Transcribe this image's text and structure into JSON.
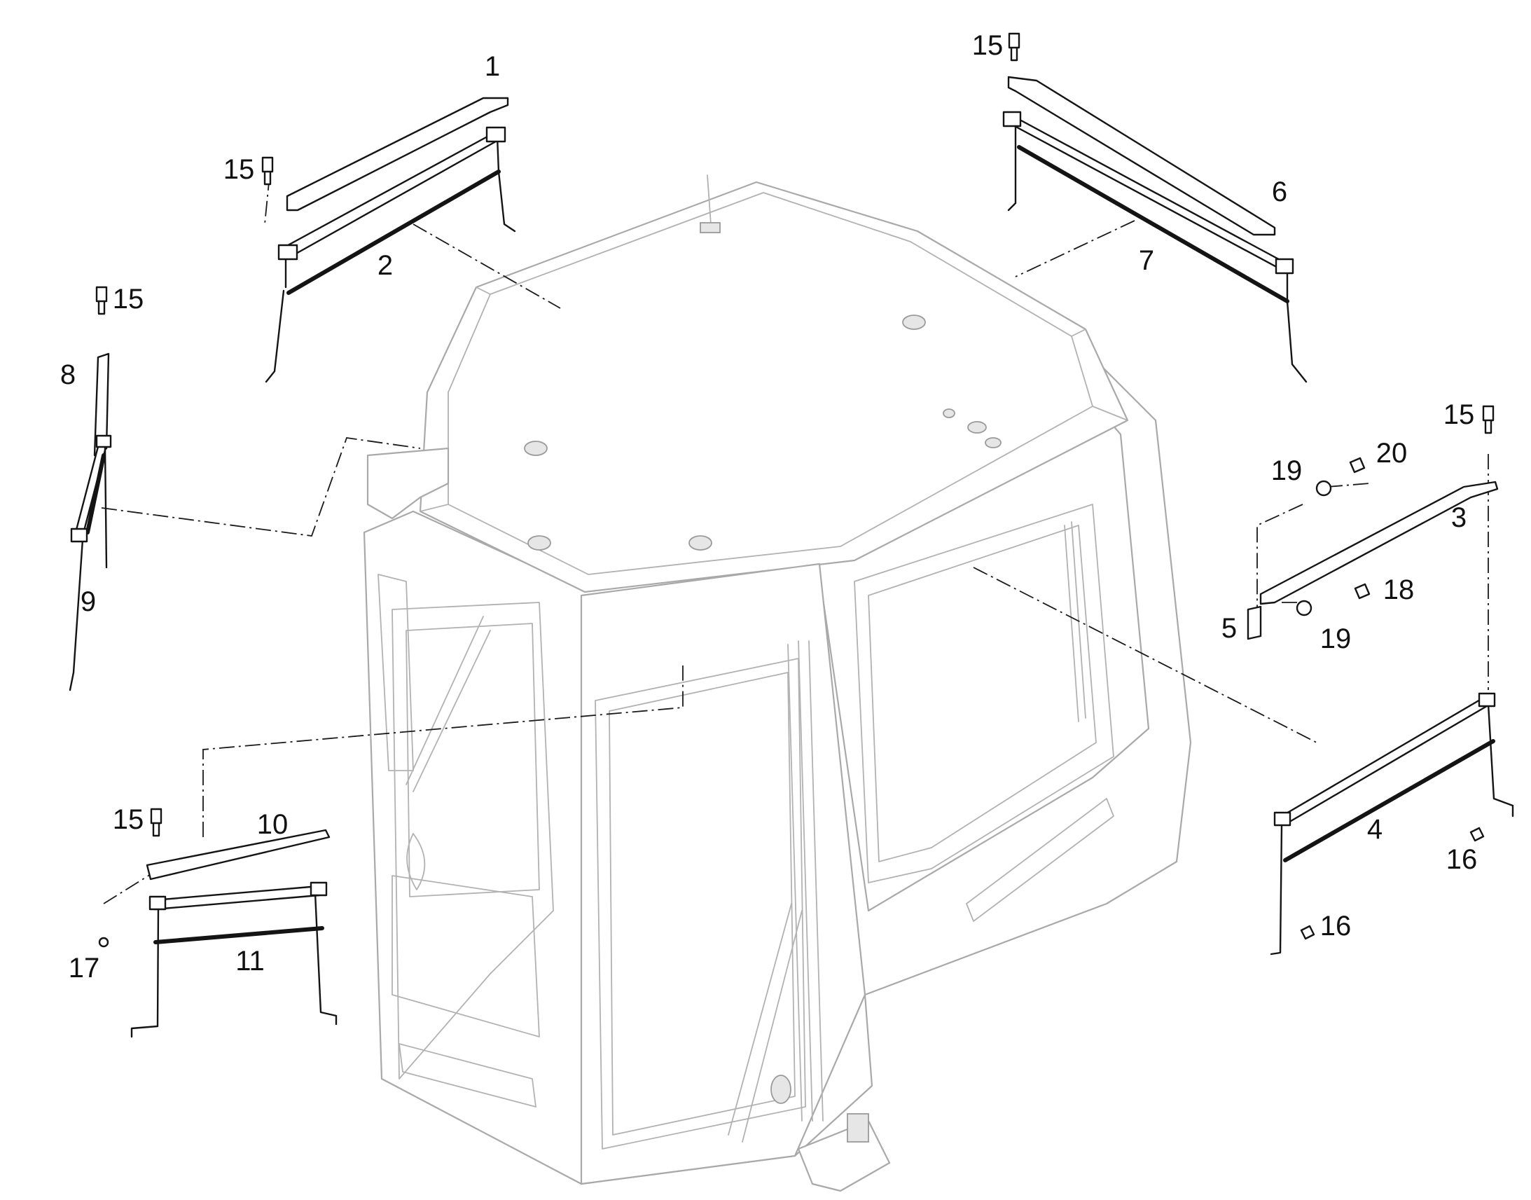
{
  "callouts": [
    {
      "id": "c1",
      "text": "1"
    },
    {
      "id": "c2",
      "text": "2"
    },
    {
      "id": "c3",
      "text": "3"
    },
    {
      "id": "c4",
      "text": "4"
    },
    {
      "id": "c5",
      "text": "5"
    },
    {
      "id": "c6",
      "text": "6"
    },
    {
      "id": "c7",
      "text": "7"
    },
    {
      "id": "c8",
      "text": "8"
    },
    {
      "id": "c9",
      "text": "9"
    },
    {
      "id": "c10",
      "text": "10"
    },
    {
      "id": "c11",
      "text": "11"
    },
    {
      "id": "c15a",
      "text": "15"
    },
    {
      "id": "c15b",
      "text": "15"
    },
    {
      "id": "c15c",
      "text": "15"
    },
    {
      "id": "c15d",
      "text": "15"
    },
    {
      "id": "c15e",
      "text": "15"
    },
    {
      "id": "c16a",
      "text": "16"
    },
    {
      "id": "c16b",
      "text": "16"
    },
    {
      "id": "c17",
      "text": "17"
    },
    {
      "id": "c18",
      "text": "18"
    },
    {
      "id": "c19a",
      "text": "19"
    },
    {
      "id": "c19b",
      "text": "19"
    },
    {
      "id": "c20",
      "text": "20"
    }
  ]
}
